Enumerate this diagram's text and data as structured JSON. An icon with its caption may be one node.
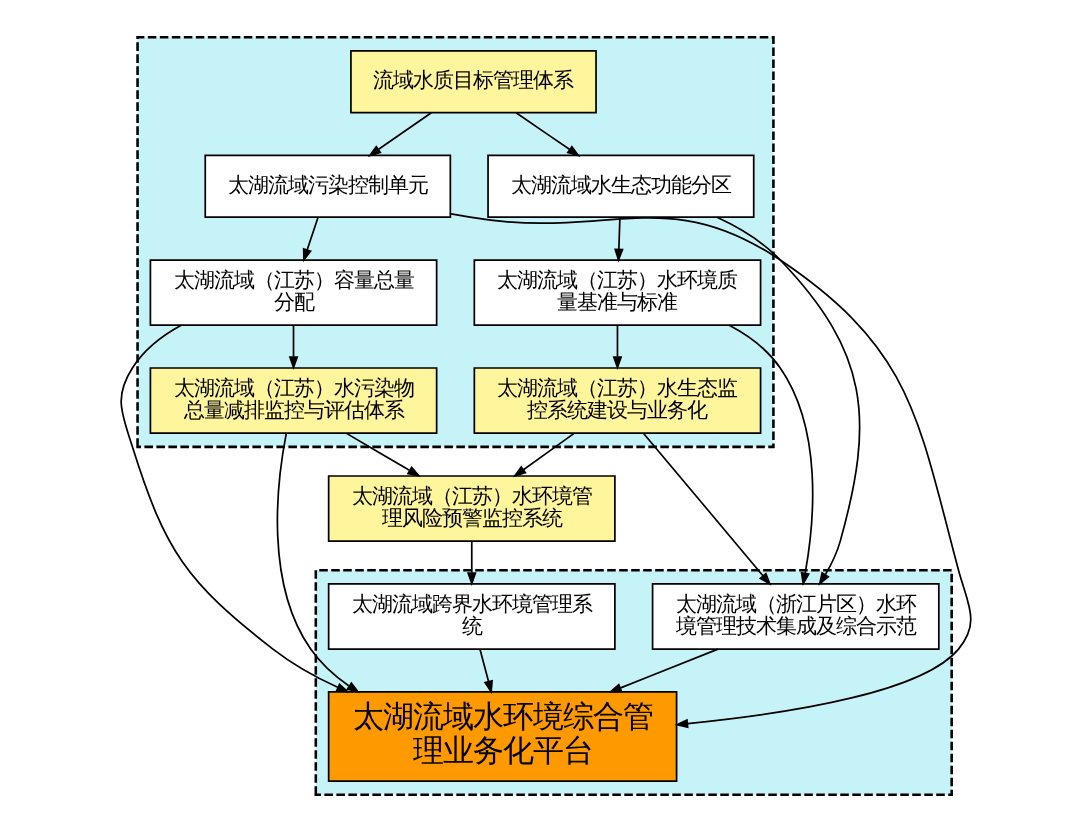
{
  "diagram": {
    "nodes": [
      {
        "text": [],
        "shape": "box"
      },
      {
        "text": [
          "流域水质目标管理体系"
        ],
        "in": 0
      },
      {
        "text": [
          "太湖流域水生态功能分区"
        ],
        "in": 0
      },
      {
        "text": [
          "太湖流域污染控制单元"
        ],
        "in": 0
      },
      {
        "text": [
          "太湖流域（江苏）水环境质量基准与标准"
        ],
        "in": 0
      },
      {
        "text": [
          "太湖流域（江苏）容量总量分配"
        ],
        "in": 0
      },
      {
        "text": [
          "太湖流域（江苏）水生态监控系统建设与业务化"
        ],
        "in": 0
      },
      {
        "text": [
          "太湖流域（江苏）水污染物总量减排监控与评估体系"
        ],
        "in": 0
      },
      {
        "text": [
          "太湖流域（江苏）水环境管理风险预警监控系统"
        ]
      },
      {
        "text": [],
        "shape": "box"
      },
      {
        "text": [
          "太湖流域（浙江片区）水环境管理技术集成及综合示范"
        ],
        "in": 9
      },
      {
        "text": [
          "太湖流域跨界水环境管理系统"
        ],
        "in": 9
      },
      {
        "text": [
          "太湖流域水环境综合管理业务化平台"
        ],
        "in": 9
      }
    ],
    "edges": [
      {
        "from": 1,
        "to": 2,
        "arrow": "to"
      },
      {
        "from": 1,
        "to": 3,
        "arrow": "to"
      },
      {
        "from": 2,
        "to": 4,
        "arrow": "to"
      },
      {
        "from": 3,
        "to": 5,
        "arrow": "to"
      },
      {
        "from": 4,
        "to": 6,
        "arrow": "to"
      },
      {
        "from": 5,
        "to": 7,
        "arrow": "to"
      },
      {
        "from": 6,
        "to": 8,
        "arrow": "to"
      },
      {
        "from": 7,
        "to": 8,
        "arrow": "to"
      },
      {
        "from": 2,
        "to": 10,
        "arrow": "to"
      },
      {
        "from": 4,
        "to": 10,
        "arrow": "to"
      },
      {
        "from": 6,
        "to": 10,
        "arrow": "to"
      },
      {
        "from": 3,
        "to": 12,
        "arrow": "to"
      },
      {
        "from": 5,
        "to": 12,
        "arrow": "to"
      },
      {
        "from": 7,
        "to": 12,
        "arrow": "to"
      },
      {
        "from": 8,
        "to": 11,
        "arrow": "to"
      },
      {
        "from": 11,
        "to": 12,
        "arrow": "to"
      },
      {
        "from": 10,
        "to": 12,
        "arrow": "to"
      }
    ]
  }
}
